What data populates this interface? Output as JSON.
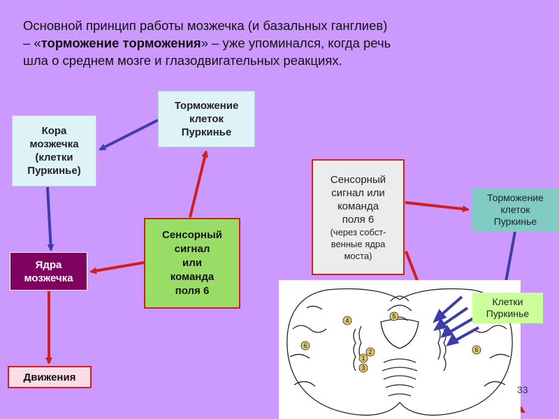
{
  "intro": {
    "line1": "Основной принцип работы мозжечка (и базальных ганглиев)",
    "line2_pre": "– «",
    "line2_bold": "торможение торможения",
    "line2_post": "» – уже упоминался, когда речь",
    "line3": "шла о среднем мозге и глазодвигательных реакциях."
  },
  "boxes": {
    "cortex": [
      "Кора",
      "мозжечка",
      "(клетки",
      "Пуркинье)"
    ],
    "inhibition_top": [
      "Торможение",
      "клеток",
      "Пуркинье"
    ],
    "nuclei": [
      "Ядра",
      "мозжечка"
    ],
    "signal_left": [
      "Сенсорный",
      "сигнал",
      "или",
      "команда",
      "поля 6"
    ],
    "movement": "Движения",
    "signal_right": [
      "Сенсорный",
      "сигнал или",
      "команда",
      "поля 6"
    ],
    "signal_right_note": [
      "(через собст-",
      "венные ядра",
      "моста)"
    ],
    "inhibition_right": [
      "Торможение",
      "клеток",
      "Пуркинье"
    ],
    "cells": [
      "Клетки",
      "Пуркинье"
    ]
  },
  "brain_labels": [
    "1",
    "2",
    "3",
    "4",
    "5",
    "6",
    "6"
  ],
  "page_number": "33",
  "colors": {
    "background": "#cc99ff",
    "arrow_blue": "#3d3daa",
    "arrow_red": "#d21d1d",
    "nuclei_box": "#800060"
  }
}
